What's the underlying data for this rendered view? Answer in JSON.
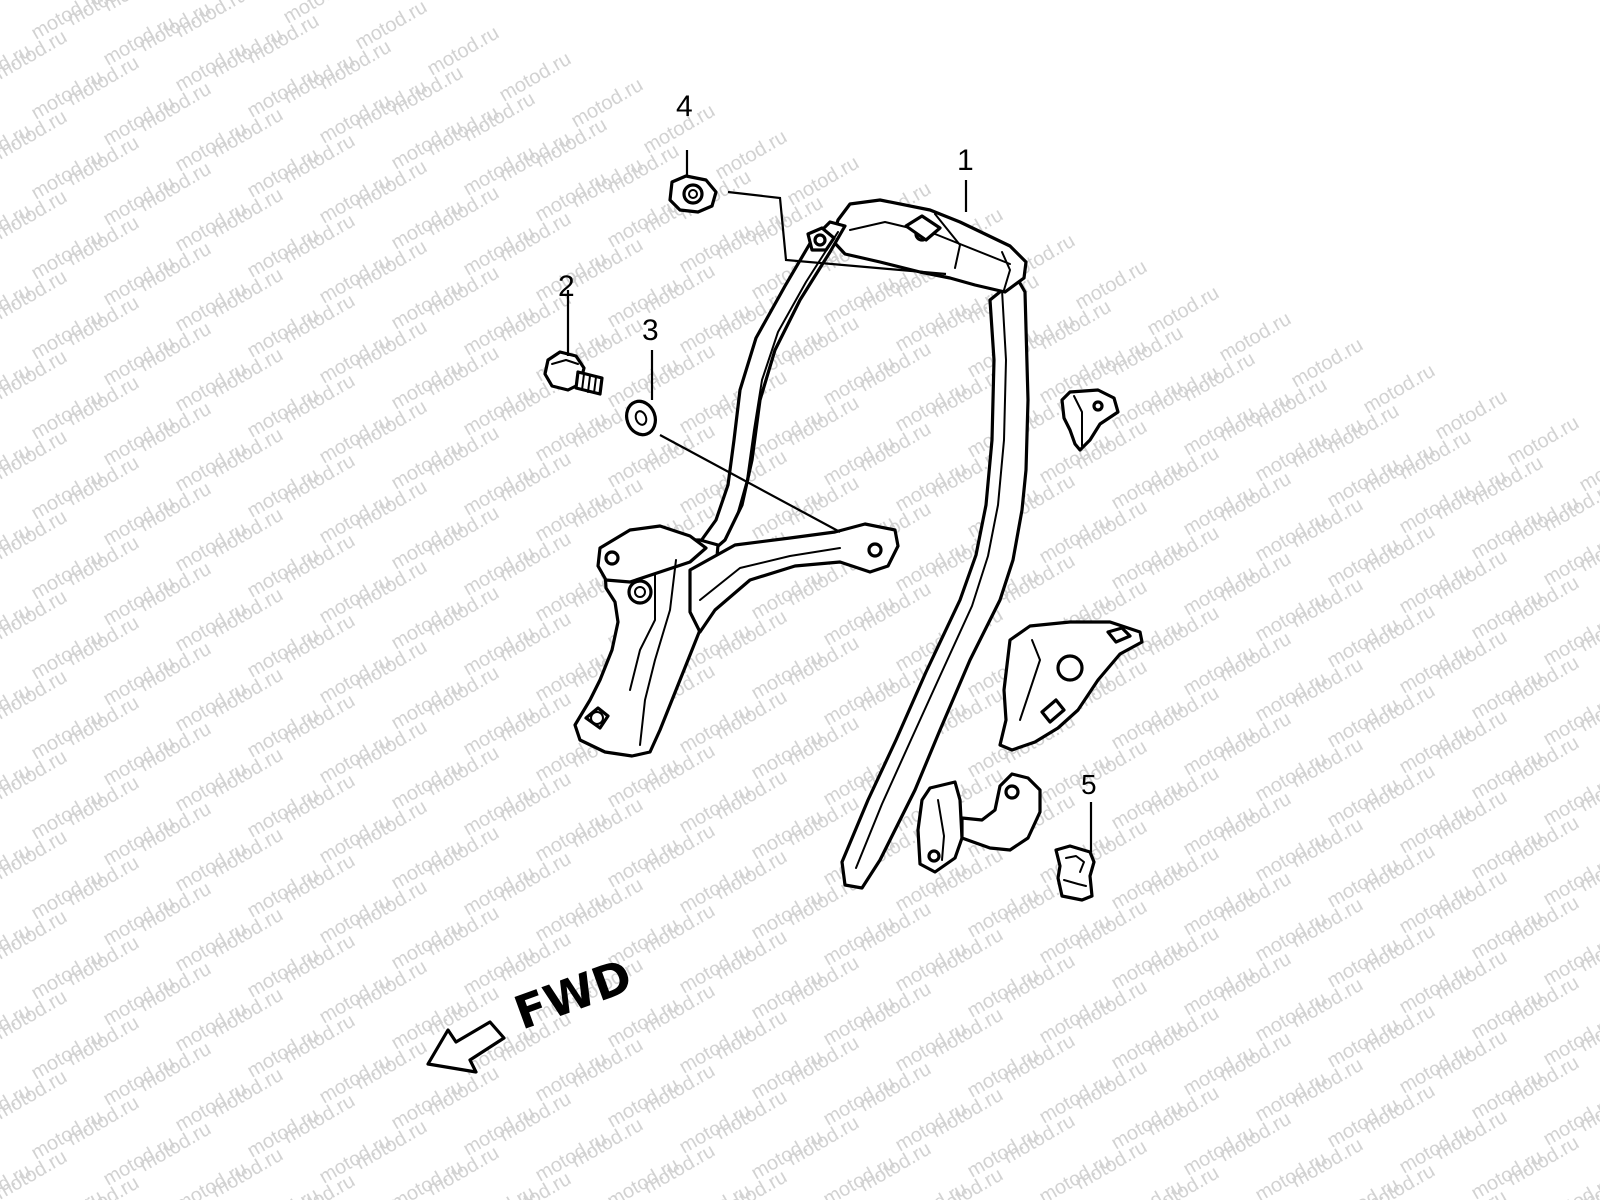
{
  "watermark": {
    "text": "motod.ru"
  },
  "callouts": {
    "part1": "1",
    "part2": "2",
    "part3": "3",
    "part4": "4",
    "part5": "5"
  },
  "direction": {
    "label": "FWD",
    "arrow_icon": "left-arrow-icon"
  },
  "colors": {
    "line": "#000000",
    "background": "#ffffff",
    "watermark": "#d2d2d2"
  }
}
